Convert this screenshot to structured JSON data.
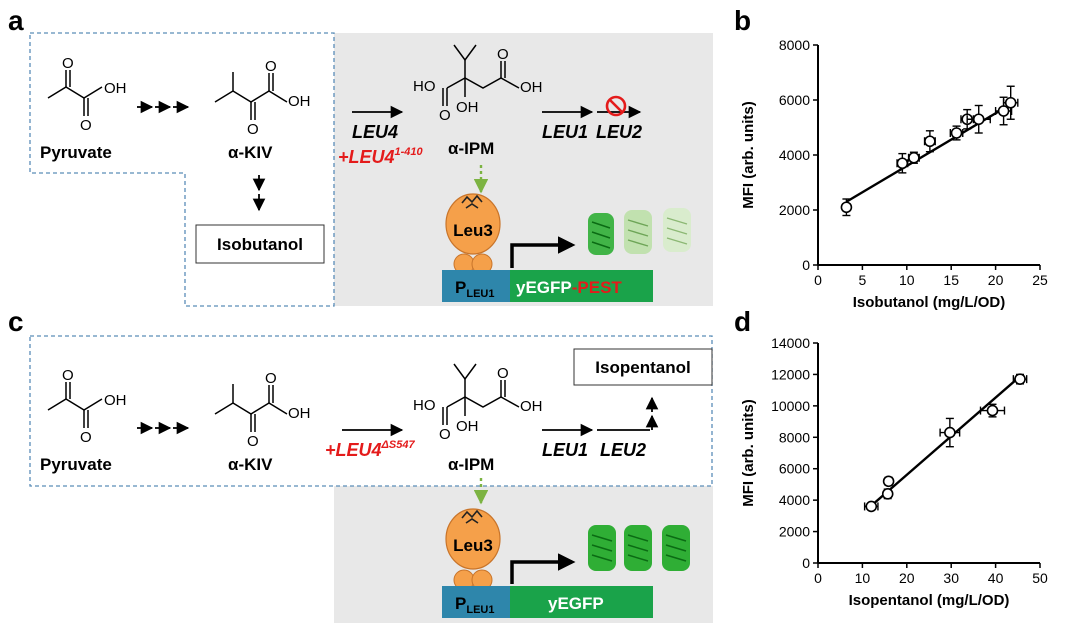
{
  "panels": {
    "a": "a",
    "b": "b",
    "c": "c",
    "d": "d"
  },
  "panel_a": {
    "pyruvate": "Pyruvate",
    "akiv": "α-KIV",
    "aipm": "α-IPM",
    "product": "Isobutanol",
    "gene_leu4": "LEU4",
    "gene_leu4_extra_prefix": "+",
    "gene_leu4_extra_base": "LEU4",
    "gene_leu4_extra_sup": "1-410",
    "gene_leu1": "LEU1",
    "gene_leu2": "LEU2",
    "leu3": "Leu3",
    "promoter_base": "P",
    "promoter_sub": "LEU1",
    "reporter_main": "yEGFP",
    "reporter_tag": "-PEST"
  },
  "panel_c": {
    "pyruvate": "Pyruvate",
    "akiv": "α-KIV",
    "aipm": "α-IPM",
    "product": "Isopentanol",
    "gene_leu4_extra_prefix": "+",
    "gene_leu4_extra_base": "LEU4",
    "gene_leu4_extra_sup": "ΔS547",
    "gene_leu1": "LEU1",
    "gene_leu2": "LEU2",
    "leu3": "Leu3",
    "promoter_base": "P",
    "promoter_sub": "LEU1",
    "reporter": "yEGFP"
  },
  "chem_labels": {
    "o": "O",
    "oh": "OH",
    "ho": "HO"
  },
  "colors": {
    "highlight": "#e8e8e8",
    "dashed_box": "#5b8db8",
    "promoter": "#2e86ab",
    "reporter": "#1aa34a",
    "pest": "#e41b1b",
    "leu4_red": "#e41b1b",
    "leu3_orange": "#f5a04a",
    "green_arrow": "#7cb342",
    "gfp_green": "#2fae35"
  },
  "chart_data": [
    {
      "type": "scatter",
      "panel": "b",
      "xlabel": "Isobutanol (mg/L/OD)",
      "ylabel": "MFI (arb. units)",
      "xlim": [
        0,
        25
      ],
      "ylim": [
        0,
        8000
      ],
      "xticks": [
        "0",
        "5",
        "10",
        "15",
        "20",
        "25"
      ],
      "yticks": [
        "0",
        "2000",
        "4000",
        "6000",
        "8000"
      ],
      "points": [
        {
          "x": 3.2,
          "y": 2100,
          "xerr": 0.4,
          "yerr": 300
        },
        {
          "x": 9.5,
          "y": 3700,
          "xerr": 0.6,
          "yerr": 350
        },
        {
          "x": 10.8,
          "y": 3900,
          "xerr": 0.6,
          "yerr": 200
        },
        {
          "x": 12.6,
          "y": 4500,
          "xerr": 0.6,
          "yerr": 380
        },
        {
          "x": 15.6,
          "y": 4800,
          "xerr": 0.7,
          "yerr": 250
        },
        {
          "x": 16.8,
          "y": 5300,
          "xerr": 0.7,
          "yerr": 350
        },
        {
          "x": 18.1,
          "y": 5300,
          "xerr": 1.3,
          "yerr": 500
        },
        {
          "x": 20.9,
          "y": 5600,
          "xerr": 0.9,
          "yerr": 500
        },
        {
          "x": 21.7,
          "y": 5900,
          "xerr": 0.8,
          "yerr": 600
        }
      ],
      "fit": {
        "x": [
          3.2,
          22.0
        ],
        "y": [
          2300,
          5900
        ]
      },
      "grid": false
    },
    {
      "type": "scatter",
      "panel": "d",
      "xlabel": "Isopentanol (mg/L/OD)",
      "ylabel": "MFI (arb. units)",
      "xlim": [
        0,
        50
      ],
      "ylim": [
        0,
        14000
      ],
      "xticks": [
        "0",
        "10",
        "20",
        "30",
        "40",
        "50"
      ],
      "yticks": [
        "0",
        "2000",
        "4000",
        "6000",
        "8000",
        "10000",
        "12000",
        "14000"
      ],
      "points": [
        {
          "x": 12.0,
          "y": 3600,
          "xerr": 1.5,
          "yerr": 150
        },
        {
          "x": 15.7,
          "y": 4400,
          "xerr": 0.5,
          "yerr": 300
        },
        {
          "x": 15.9,
          "y": 5200,
          "xerr": 0.4,
          "yerr": 250
        },
        {
          "x": 29.7,
          "y": 8300,
          "xerr": 2.2,
          "yerr": 900
        },
        {
          "x": 39.3,
          "y": 9700,
          "xerr": 2.7,
          "yerr": 400
        },
        {
          "x": 45.5,
          "y": 11700,
          "xerr": 1.5,
          "yerr": 300
        }
      ],
      "fit": {
        "x": [
          11.0,
          46.0
        ],
        "y": [
          3400,
          12000
        ]
      },
      "grid": false
    }
  ]
}
